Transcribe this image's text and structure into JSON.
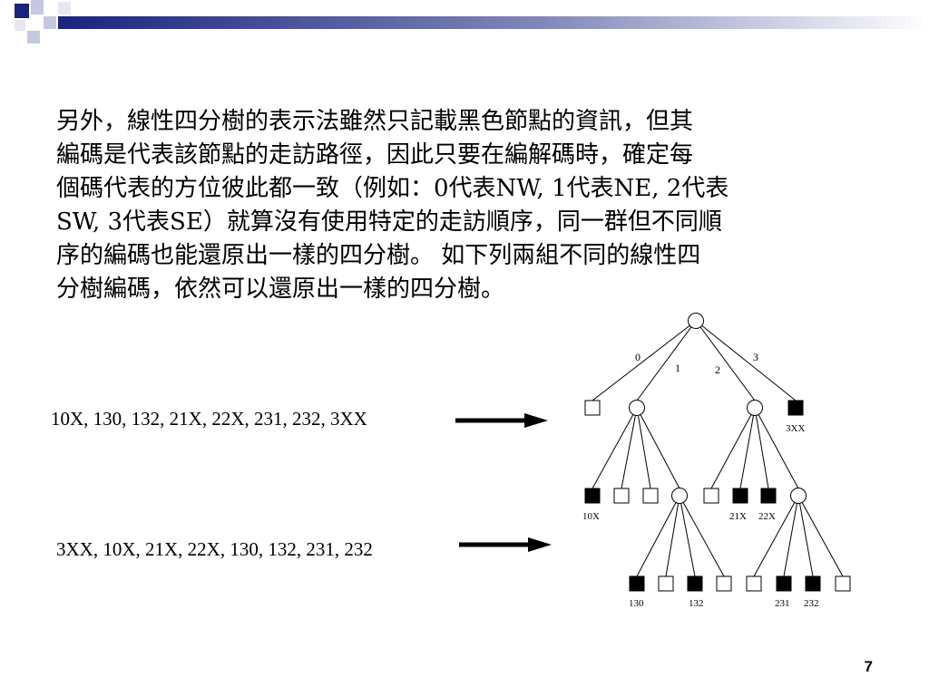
{
  "paragraph_lines": [
    "另外，線性四分樹的表示法雖然只記載黑色節點的資訊，但其",
    "編碼是代表該節點的走訪路徑，因此只要在編解碼時，確定每",
    "個碼代表的方位彼此都一致（例如：0代表NW, 1代表NE, 2代表",
    "SW, 3代表SE）就算沒有使用特定的走訪順序，同一群但不同順",
    "序的編碼也能還原出一樣的四分樹。 如下列兩組不同的線性四",
    "分樹編碼，依然可以還原出一樣的四分樹。"
  ],
  "sequence_1": "10X, 130, 132, 21X, 22X, 231, 232, 3XX",
  "sequence_2": "3XX, 10X, 21X, 22X, 130, 132, 231, 232",
  "page_number": "7",
  "tree": {
    "edge_labels": [
      "0",
      "1",
      "2",
      "3"
    ],
    "leaf_labels": {
      "n3": "3XX",
      "n10": "10X",
      "n21": "21X",
      "n22": "22X",
      "n130": "130",
      "n132": "132",
      "n231": "231",
      "n232": "232"
    }
  },
  "colors": {
    "filled": "#000000",
    "empty": "#ffffff",
    "accent": "#001a66"
  }
}
